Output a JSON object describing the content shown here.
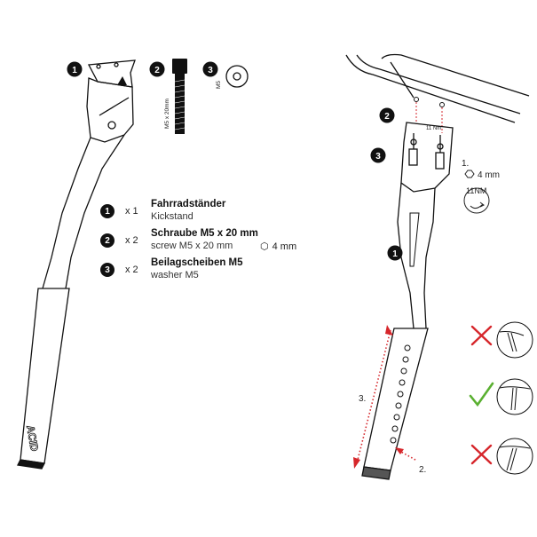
{
  "callouts": {
    "c1": "1",
    "c2": "2",
    "c3": "3"
  },
  "screw_dim_label": "M5 x 20mm",
  "washer_label": "M5",
  "brand_mark": "ACID",
  "parts": [
    {
      "num": "1",
      "qty": "x 1",
      "name": "Fahrradständer",
      "sub": "Kickstand"
    },
    {
      "num": "2",
      "qty": "x 2",
      "name": "Schraube M5 x 20 mm",
      "sub": "screw M5 x 20 mm",
      "tool": "4 mm"
    },
    {
      "num": "3",
      "qty": "x 2",
      "name": "Beilagscheiben M5",
      "sub": "washer M5"
    }
  ],
  "assembly": {
    "step1": "1.",
    "tool": "4 mm",
    "torque": "11NM",
    "step2": "2.",
    "step3": "3.",
    "plate_mark": "11 Nm"
  },
  "checks": [
    {
      "status": "wrong"
    },
    {
      "status": "correct"
    },
    {
      "status": "wrong"
    }
  ],
  "colors": {
    "line": "#111111",
    "wrong": "#d6262b",
    "correct": "#5ab031",
    "arrow": "#d6262b"
  }
}
